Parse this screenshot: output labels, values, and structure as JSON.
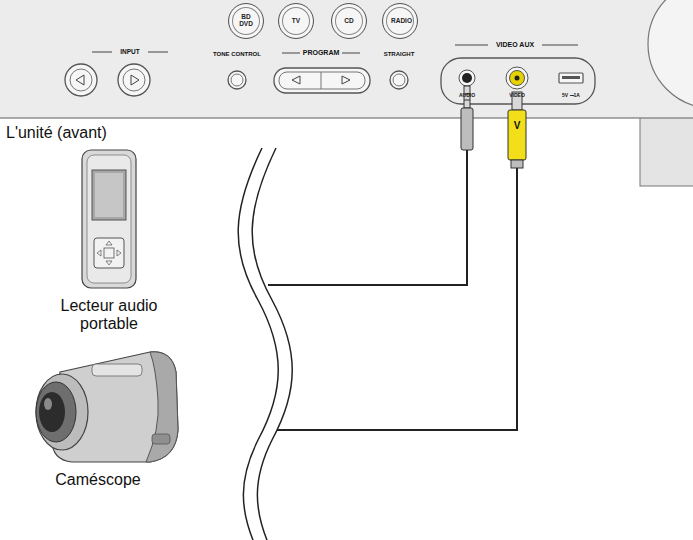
{
  "diagram": {
    "nodes": [
      {
        "text": [
          "L'unité (avant)"
        ]
      },
      {
        "text": [
          "BD DVD"
        ],
        "in": 0
      },
      {
        "text": [
          "TV"
        ],
        "in": 0
      },
      {
        "text": [
          "CD"
        ],
        "in": 0
      },
      {
        "text": [
          "RADIO"
        ],
        "in": 0
      }
    ],
    "labels": [
      "INPUT",
      "TONE CONTROL",
      "PROGRAM",
      "STRAIGHT",
      "VIDEO AUX",
      "AUDIO",
      "VIDEO",
      "5V ⎓1A",
      "V",
      "Lecteur audio portable",
      "Caméscope"
    ]
  }
}
